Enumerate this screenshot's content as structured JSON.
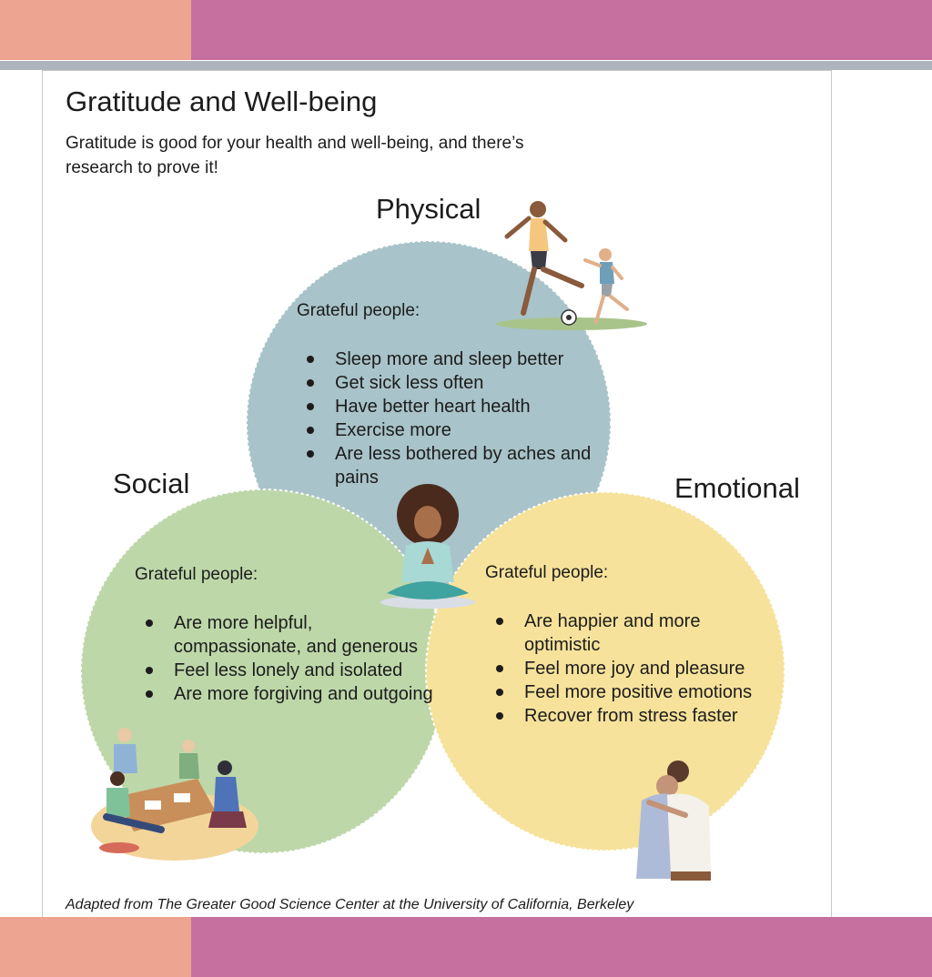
{
  "colors": {
    "band_peach": "#eda592",
    "band_mauve": "#c5709e",
    "physical_circle": "#a8c3c9",
    "social_circle": "#bdd7a9",
    "emotional_circle": "#f6e29a"
  },
  "title": "Gratitude and Well-being",
  "subtitle": "Gratitude is good for your health and well-being, and there’s research to prove it!",
  "physical": {
    "heading": "Physical",
    "lead": "Grateful people:",
    "points": [
      "Sleep more and sleep better",
      "Get sick less often",
      "Have better heart health",
      "Exercise more",
      "Are less bothered by aches and pains"
    ],
    "illustration": "running-people-soccer-icon"
  },
  "social": {
    "heading": "Social",
    "lead": "Grateful people:",
    "points": [
      "Are more helpful, compassionate, and generous",
      "Feel less lonely and isolated",
      "Are more forgiving and outgoing"
    ],
    "illustration": "people-playing-board-game-icon"
  },
  "emotional": {
    "heading": "Emotional",
    "lead": "Grateful people:",
    "points": [
      "Are happier and more optimistic",
      "Feel more joy and pleasure",
      "Feel more positive emotions",
      "Recover from stress faster"
    ],
    "illustration": "people-hugging-icon"
  },
  "center_illustration": "meditating-woman-icon",
  "credit": "Adapted from The Greater Good Science Center at the University of California, Berkeley"
}
